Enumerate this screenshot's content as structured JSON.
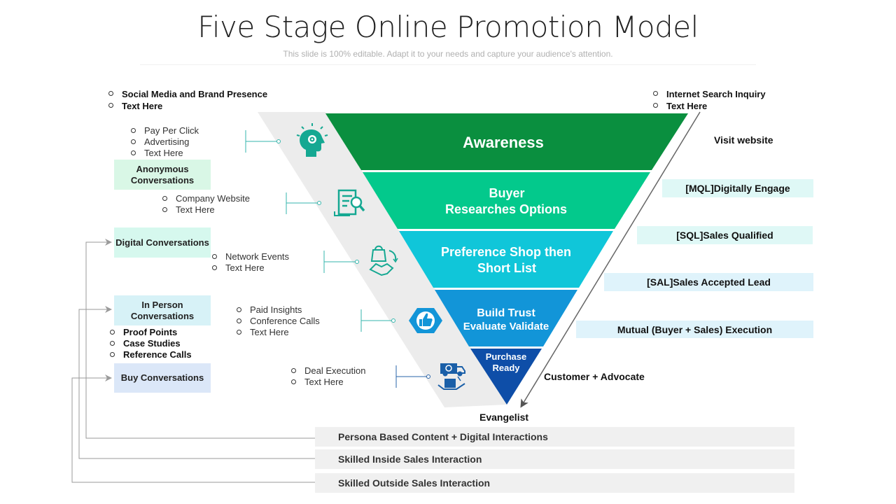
{
  "header": {
    "title": "Five Stage Online Promotion Model",
    "subtitle": "This slide is 100% editable. Adapt it to your needs and capture your audience's attention."
  },
  "stages": [
    {
      "line1": "Awareness",
      "line2": "",
      "color": "#0a8f3f"
    },
    {
      "line1": "Buyer",
      "line2": "Researches Options",
      "color": "#03c98c"
    },
    {
      "line1": "Preference Shop then",
      "line2": "Short List",
      "color": "#10c6d9"
    },
    {
      "line1": "Build Trust",
      "line2": "Evaluate Validate",
      "color": "#1295d8"
    },
    {
      "line1": "Purchase",
      "line2": "Ready",
      "color": "#0e4ea8"
    }
  ],
  "top_left_bullets": [
    "Social Media and Brand Presence",
    "Text Here"
  ],
  "top_right_bullets": [
    "Internet Search Inquiry",
    "Text Here"
  ],
  "stage_bullets": [
    [
      "Pay Per Click",
      "Advertising",
      "Text Here"
    ],
    [
      "Company Website",
      "Text Here"
    ],
    [
      "Network Events",
      "Text Here"
    ],
    [
      "Paid Insights",
      "Conference  Calls",
      "Text Here"
    ],
    [
      "Deal Execution",
      "Text Here"
    ]
  ],
  "proof_bullets": [
    "Proof Points",
    "Case Studies",
    "Reference Calls"
  ],
  "conversations": [
    {
      "label": "Anonymous Conversations",
      "color": "#d9f7e6"
    },
    {
      "label": "Digital Conversations",
      "color": "#d6f8ee"
    },
    {
      "label": "In Person Conversations",
      "color": "#d7f2f7"
    },
    {
      "label": "Buy Conversations",
      "color": "#dbe7f8"
    }
  ],
  "right_labels": {
    "visit": "Visit website",
    "mql": "[MQL]Digitally Engage",
    "sql": "[SQL]Sales Qualified",
    "sal": "[SAL]Sales Accepted Lead",
    "mutual": "Mutual (Buyer + Sales) Execution",
    "customer": "Customer + Advocate",
    "evangelist": "Evangelist"
  },
  "bottom_bars": [
    "Persona Based Content + Digital Interactions",
    "Skilled Inside Sales Interaction",
    "Skilled Outside Sales Interaction"
  ],
  "icons": [
    "head-target-icon",
    "document-search-icon",
    "shopping-handshake-icon",
    "thumbs-up-hexagon-icon",
    "delivery-truck-box-icon"
  ],
  "colors": {
    "teal_accent": "#15a892",
    "connector": "#35b6ad",
    "shadow_band": "#ececec",
    "right_box_bg": "#dff5fb"
  }
}
